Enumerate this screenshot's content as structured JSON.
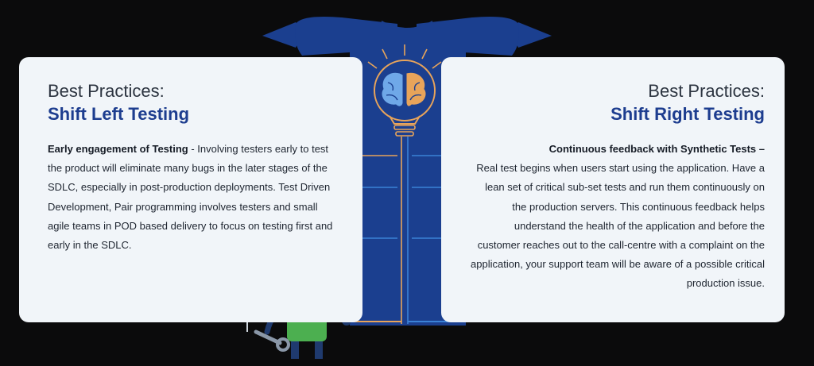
{
  "left_card": {
    "heading": "Best Practices:",
    "title": "Shift Left Testing",
    "body_bold": "Early engagement of Testing",
    "body_text": " - Involving testers early to test the product will eliminate many bugs in the later stages of the SDLC, especially in post-production deployments. Test Driven Development, Pair programming involves testers and small agile teams in POD based delivery to focus on testing first and early in the SDLC."
  },
  "right_card": {
    "heading": "Best Practices:",
    "title": "Shift Right Testing",
    "body_bold": "Continuous feedback with Synthetic Tests –",
    "body_text": "Real test begins when users start using the application. Have a lean set of critical sub-set tests and run them continuously on the production servers. This continuous feedback helps understand the health of the application and before the customer reaches out to the call-centre with a complaint on the application, your support team will be aware of a possible critical production issue."
  },
  "colors": {
    "background": "#0b0b0c",
    "card": "#f1f5f9",
    "title_blue": "#1d3d8f",
    "circuit_blue": "#3b82d6",
    "circuit_orange": "#e8a45a",
    "banner_blue": "#1b3f8f",
    "robot_green": "#4caf50",
    "robot_navy": "#1f3a6e"
  },
  "icons": [
    "lightbulb-brain-icon",
    "robot-mascot-icon",
    "wrench-icon",
    "ribbon-banner-icon"
  ]
}
